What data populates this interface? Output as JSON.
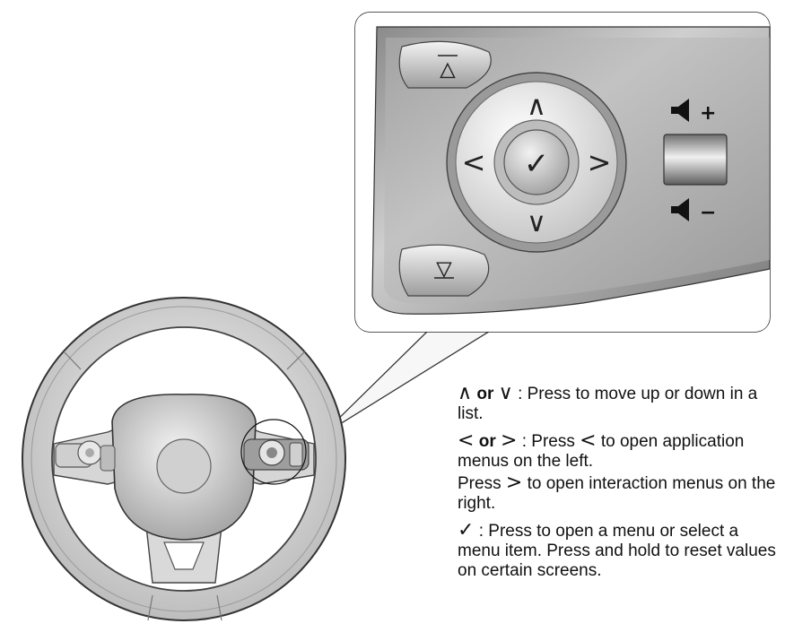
{
  "controls": {
    "up_symbol": "∧",
    "down_symbol": "∨",
    "left_symbol": "<",
    "right_symbol": ">",
    "select_symbol": "✓",
    "prev_symbol": "▲",
    "next_symbol": "▼",
    "vol_up_symbol": "+",
    "vol_down_symbol": "−"
  },
  "legend": {
    "updown": {
      "sym1": "∧",
      "or": "or",
      "sym2": "∨",
      "text": ": Press to move up or down in a list."
    },
    "leftright": {
      "sym1": "<",
      "or": "or",
      "sym2": ">",
      "text1": ": Press",
      "sym3": "<",
      "text2": "to open application menus on the left.",
      "text3": "Press",
      "sym4": ">",
      "text4": "to open interaction menus on the right."
    },
    "select": {
      "sym": "✓",
      "text": ": Press to open a menu or select a menu item. Press and hold to reset values on certain screens."
    }
  },
  "icons": [
    "steering-wheel-icon",
    "arrow-up-icon",
    "arrow-down-icon",
    "arrow-left-icon",
    "arrow-right-icon",
    "checkmark-icon",
    "volume-up-icon",
    "volume-down-icon"
  ]
}
